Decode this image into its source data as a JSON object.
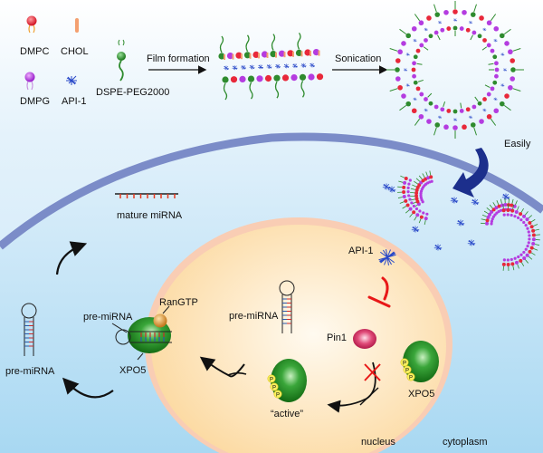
{
  "legend": {
    "dmpc": "DMPC",
    "chol": "CHOL",
    "dmpg": "DMPG",
    "api1": "API-1",
    "dspe": "DSPE-PEG2000"
  },
  "steps": {
    "film_formation": "Film formation",
    "sonication": "Sonication",
    "easily": "Easily"
  },
  "cell": {
    "mature_mirna": "mature miRNA",
    "pre_mirna_cytoplasm": "pre-miRNA",
    "pre_mirna_export": "pre-miRNA",
    "rangtp": "RanGTP",
    "xpo5_export": "XPO5",
    "pre_mirna_nucleus": "pre-miRNA",
    "api1_nucleus": "API-1",
    "pin1": "Pin1",
    "xpo5_inactive": "XPO5",
    "active": "“active”",
    "nucleus": "nucleus",
    "cytoplasm": "cytoplasm",
    "phospho": "P"
  },
  "colors": {
    "dmpc_head": "#e8283a",
    "dmpg_head": "#b43ce0",
    "chol": "#f4a070",
    "peg": "#2e8b2e",
    "api": "#2848c8",
    "membrane": "#7b8cc8",
    "cytoplasm": "#b0dcf4",
    "nucleus": "#fde2b4",
    "nuclear_envelope": "#f8c8b0",
    "xpo5": "#1e8a1e",
    "rangtp": "#d8902c",
    "pin1": "#d8285a",
    "inhibit": "#e81818",
    "easily_arrow": "#1c2f8c"
  }
}
